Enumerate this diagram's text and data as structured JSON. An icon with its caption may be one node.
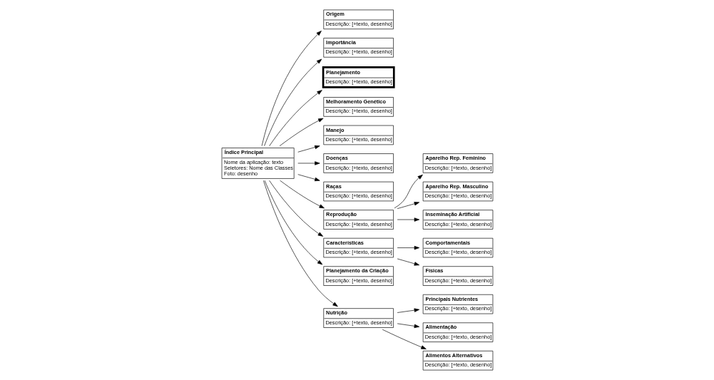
{
  "diagram": {
    "nodes": [
      {
        "text": [
          "Origem",
          "Descrição: [+texto, desenho]"
        ]
      },
      {
        "text": [
          "Importância",
          "Descrição: [+texto, desenho]"
        ]
      },
      {
        "text": [
          "Planejamento",
          "Descrição: [+texto, desenho]"
        ]
      },
      {
        "text": [
          "Melhoramento Genético",
          "Descrição: [+texto, desenho]"
        ]
      },
      {
        "text": [
          "Manejo",
          "Descrição: [+texto, desenho]"
        ]
      },
      {
        "text": [
          "Doenças",
          "Descrição: [+texto, desenho]"
        ]
      },
      {
        "text": [
          "Raças",
          "Descrição: [+texto, desenho]"
        ]
      },
      {
        "text": [
          "Aparelho Rep. Feminino",
          "Descrição: [+texto, desenho]"
        ]
      },
      {
        "text": [
          "Reprodução",
          "Descrição: [+texto, desenho]"
        ]
      },
      {
        "text": [
          "Índice Principal",
          "Nome da aplicação: texto",
          "Seletores: Nome das Classes",
          "Foto: desenho"
        ]
      },
      {
        "text": [
          "Características",
          "Descrição: [+texto, desenho]"
        ]
      },
      {
        "text": [
          "Comportamentais",
          "Descrição: [+texto, desenho]"
        ]
      },
      {
        "text": [
          "Físicas",
          "Descrição: [+texto, desenho]"
        ]
      },
      {
        "text": [
          "Aparelho Rep. Masculino",
          "Descrição: [+texto, desenho]"
        ]
      },
      {
        "text": [
          "Inseminação Artificial",
          "Descrição: [+texto, desenho]"
        ]
      },
      {
        "text": [
          "Planejamento da Criação",
          "Descrição: [+texto, desenho]"
        ]
      },
      {
        "text": [
          "Nutrição",
          "Descrição: [+texto, desenho]"
        ]
      },
      {
        "text": [
          "Principais Nutrientes",
          "Descrição: [+texto, desenho]"
        ]
      },
      {
        "text": [
          "Alimentação",
          "Descrição: [+texto, desenho]"
        ]
      },
      {
        "text": [
          "Alimentos Alternativos",
          "Descrição: [+texto, desenho]"
        ]
      }
    ],
    "edges": [
      {
        "from": 9,
        "to": 0,
        "arrow": "to"
      },
      {
        "from": 9,
        "to": 1,
        "arrow": "to"
      },
      {
        "from": 9,
        "to": 2,
        "arrow": "to"
      },
      {
        "from": 9,
        "to": 3,
        "arrow": "to"
      },
      {
        "from": 9,
        "to": 4,
        "arrow": "to"
      },
      {
        "from": 9,
        "to": 5,
        "arrow": "to"
      },
      {
        "from": 9,
        "to": 6,
        "arrow": "to"
      },
      {
        "from": 8,
        "to": 7,
        "arrow": "to"
      },
      {
        "from": 8,
        "to": 13,
        "arrow": "to"
      },
      {
        "from": 8,
        "to": 14,
        "arrow": "to"
      },
      {
        "from": 9,
        "to": 8,
        "arrow": "to"
      },
      {
        "from": 9,
        "to": 15,
        "arrow": "to"
      },
      {
        "from": 9,
        "to": 16,
        "arrow": "to"
      },
      {
        "from": 9,
        "to": 10,
        "arrow": "to"
      },
      {
        "from": 10,
        "to": 11,
        "arrow": "to"
      },
      {
        "from": 10,
        "to": 12,
        "arrow": "to"
      },
      {
        "from": 16,
        "to": 17,
        "arrow": "to"
      },
      {
        "from": 16,
        "to": 18,
        "arrow": "to"
      },
      {
        "from": 16,
        "to": 19,
        "arrow": "to"
      }
    ]
  }
}
